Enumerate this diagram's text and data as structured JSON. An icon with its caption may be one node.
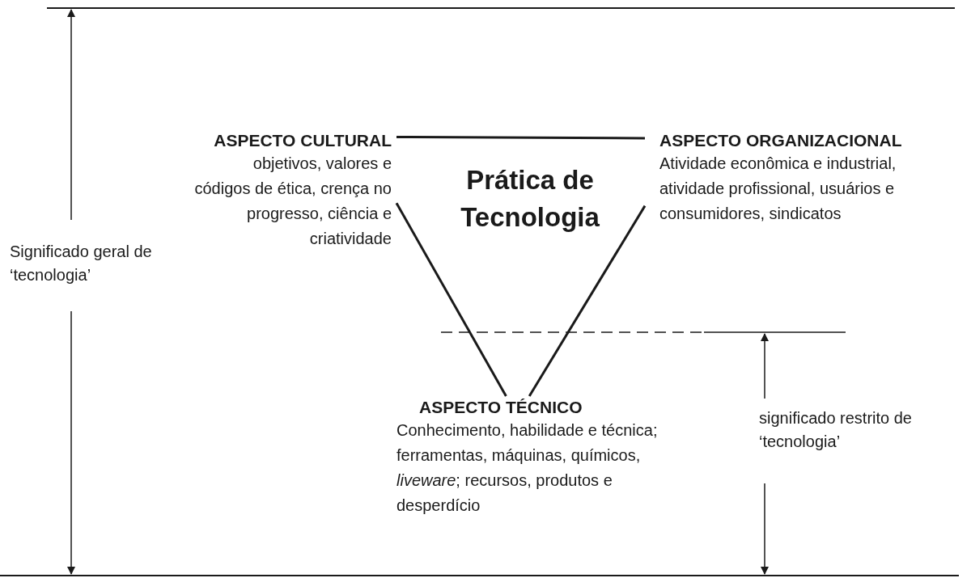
{
  "diagram": {
    "nodes": [
      {
        "text": [
          "ASPECTO CULTURAL",
          "objetivos, valores e códigos de ética, crença no progresso, ciência e criatividade"
        ]
      },
      {
        "text": [
          "ASPECTO ORGANIZACIONAL",
          "Atividade econômica e industrial, atividade profissional, usuários e consumidores, sindicatos"
        ]
      },
      {
        "text": [
          "ASPECTO TÉCNICO",
          "Conhecimento, habilidade e técnica; ferramentas, máquinas, químicos, *liveware*; recursos, produtos e desperdício"
        ]
      }
    ],
    "edges": [
      {
        "from": 0,
        "to": 1,
        "arrow": "none"
      },
      {
        "from": 0,
        "to": 2,
        "arrow": "none"
      },
      {
        "from": 1,
        "to": 2,
        "arrow": "none"
      }
    ],
    "labels": [
      "Prática de Tecnologia",
      "Significado geral de ‘tecnologia’",
      "significado restrito de ‘tecnologia’"
    ]
  }
}
